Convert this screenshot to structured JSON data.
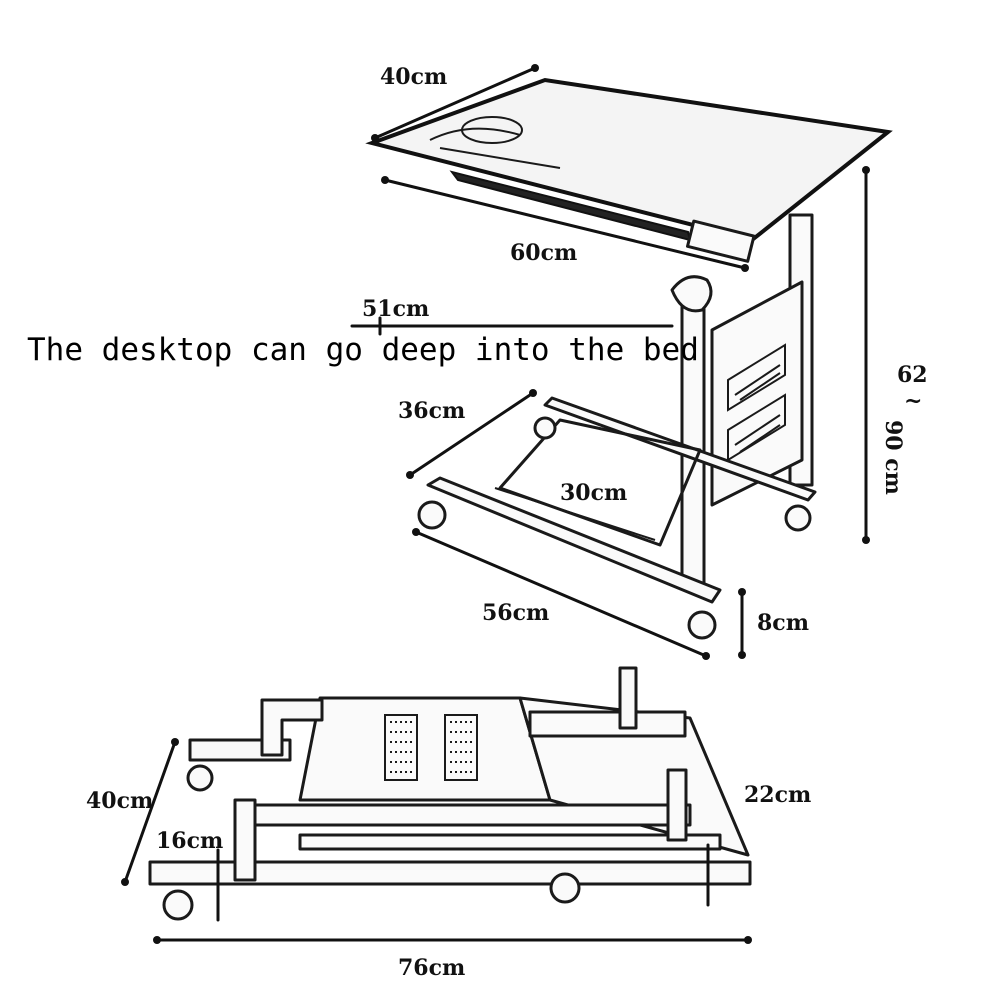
{
  "caption": "The desktop can go deep into the bed",
  "dimensions": {
    "top_depth": "40cm",
    "top_width": "60cm",
    "reach": "51cm",
    "height_line1": "62",
    "height_line2": "~",
    "height_line3": "90 cm",
    "base_depth": "36cm",
    "shelf_width": "30cm",
    "base_length": "56cm",
    "caster_height": "8cm",
    "folded_depth": "40cm",
    "folded_rail": "16cm",
    "folded_height": "22cm",
    "folded_length": "76cm"
  }
}
